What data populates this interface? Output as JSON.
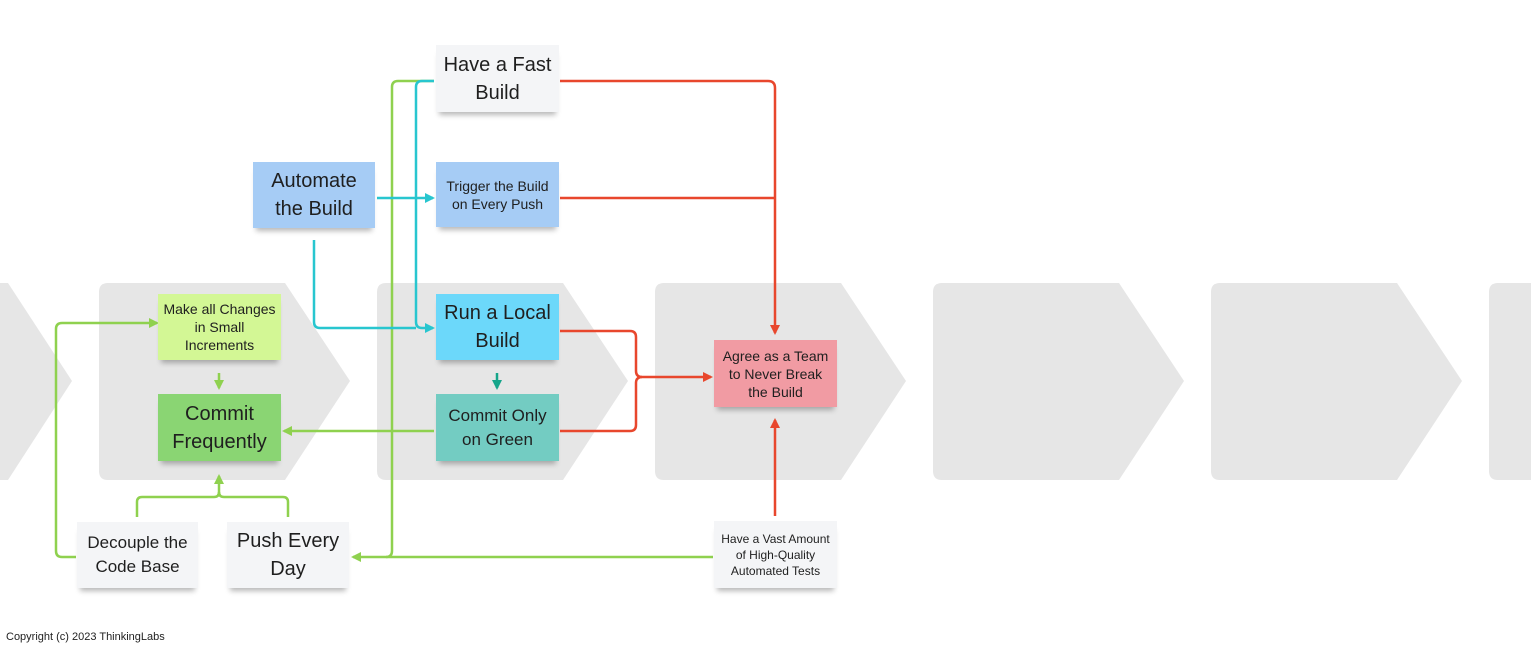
{
  "notes": {
    "have_fast_build": "Have a Fast Build",
    "automate_build": "Automate the Build",
    "trigger_build": "Trigger the Build on Every Push",
    "make_small_increments": "Make all Changes in Small Increments",
    "commit_frequently": "Commit Frequently",
    "run_local_build": "Run a Local Build",
    "commit_on_green": "Commit Only on Green",
    "agree_team": "Agree as a Team to Never Break the Build",
    "decouple_code": "Decouple the Code Base",
    "push_every_day": "Push Every Day",
    "vast_tests": "Have a Vast Amount of High-Quality Automated Tests"
  },
  "colors": {
    "chevron": "#e6e6e6",
    "white_note": "#f4f5f7",
    "blue_note": "#a6ccf5",
    "lime_note": "#d3f795",
    "green_note": "#8ad573",
    "cyan_note": "#6cd8fa",
    "teal_note": "#73ccc2",
    "red_note": "#f19ba3",
    "arrow_red": "#e8472d",
    "arrow_green": "#8fd14f",
    "arrow_cyan": "#28c6cf",
    "arrow_teal": "#16a58a"
  },
  "copyright": "Copyright (c) 2023 ThinkingLabs"
}
